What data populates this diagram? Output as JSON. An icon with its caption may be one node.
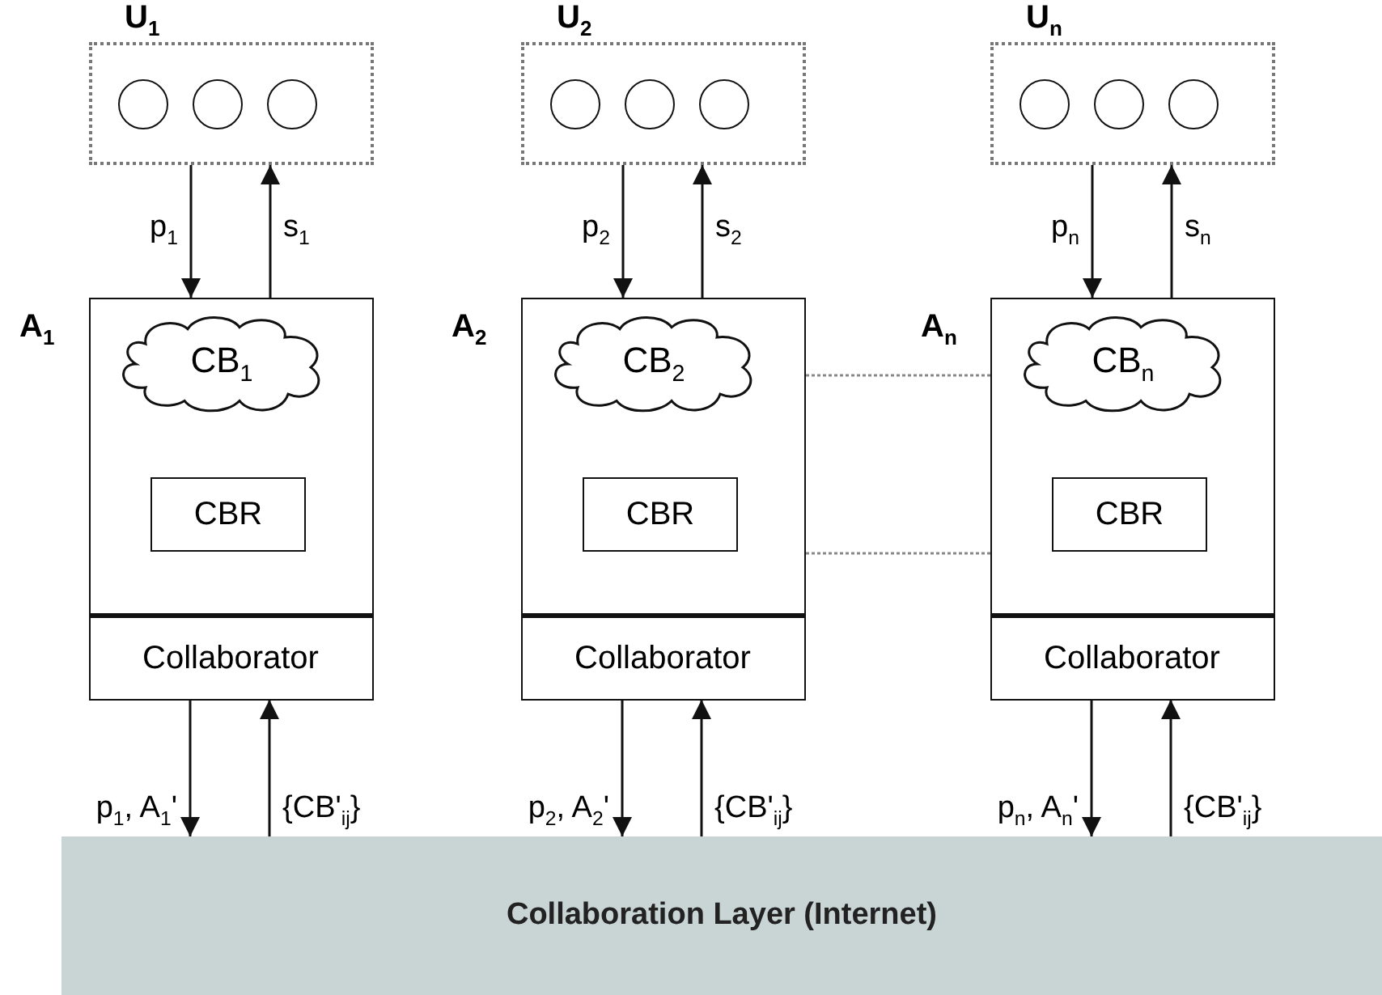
{
  "diagram": {
    "nodes": [
      {
        "text": [
          "U$_{1}$"
        ]
      },
      {
        "text": [],
        "shape": "circle",
        "in": 0
      },
      {
        "text": [],
        "shape": "circle",
        "in": 0
      },
      {
        "text": [],
        "shape": "circle",
        "in": 0
      },
      {
        "text": [
          "A$_{1}$"
        ]
      },
      {
        "text": [
          "CB$_{1}$"
        ],
        "in": 4
      },
      {
        "text": [
          "CBR"
        ],
        "in": 4
      },
      {
        "text": [
          "Collaborator"
        ],
        "in": 4
      },
      {
        "text": [
          "U$_{2}$"
        ]
      },
      {
        "text": [],
        "shape": "circle",
        "in": 8
      },
      {
        "text": [],
        "shape": "circle",
        "in": 8
      },
      {
        "text": [],
        "shape": "circle",
        "in": 8
      },
      {
        "text": [
          "A$_{2}$"
        ]
      },
      {
        "text": [
          "CB$_{2}$"
        ],
        "in": 12
      },
      {
        "text": [
          "CBR"
        ],
        "in": 12
      },
      {
        "text": [
          "Collaborator"
        ],
        "in": 12
      },
      {
        "text": [
          "U$_{n}$"
        ]
      },
      {
        "text": [],
        "shape": "circle",
        "in": 16
      },
      {
        "text": [],
        "shape": "circle",
        "in": 16
      },
      {
        "text": [],
        "shape": "circle",
        "in": 16
      },
      {
        "text": [
          "A$_{n}$"
        ]
      },
      {
        "text": [
          "CB$_{n}$"
        ],
        "in": 20
      },
      {
        "text": [
          "CBR"
        ],
        "in": 20
      },
      {
        "text": [
          "Collaborator"
        ],
        "in": 20
      },
      {
        "text": [
          "Collaboration Layer (Internet)"
        ]
      }
    ],
    "edges": [
      {
        "from": 0,
        "to": 4,
        "arrow": "to",
        "label": "p$_{1}$"
      },
      {
        "from": 4,
        "to": 0,
        "arrow": "to",
        "label": "s$_{1}$"
      },
      {
        "from": 7,
        "to": 24,
        "arrow": "to",
        "label": "p$_{1}$, A$_{1}$'"
      },
      {
        "from": 24,
        "to": 7,
        "arrow": "to",
        "label": "{CB'$_{ij}$}"
      },
      {
        "from": 8,
        "to": 12,
        "arrow": "to",
        "label": "p$_{2}$"
      },
      {
        "from": 12,
        "to": 8,
        "arrow": "to",
        "label": "s$_{2}$"
      },
      {
        "from": 15,
        "to": 24,
        "arrow": "to",
        "label": "p$_{2}$, A$_{2}$'"
      },
      {
        "from": 24,
        "to": 15,
        "arrow": "to",
        "label": "{CB'$_{ij}$}"
      },
      {
        "from": 16,
        "to": 20,
        "arrow": "to",
        "label": "p$_{n}$"
      },
      {
        "from": 20,
        "to": 16,
        "arrow": "to",
        "label": "s$_{n}$"
      },
      {
        "from": 23,
        "to": 24,
        "arrow": "to",
        "label": "p$_{n}$, A$_{n}$'"
      },
      {
        "from": 24,
        "to": 23,
        "arrow": "to",
        "label": "{CB'$_{ij}$}"
      },
      {
        "from": 12,
        "to": 20,
        "arrow": "none",
        "style": "dashed",
        "color": "#888888"
      },
      {
        "from": 12,
        "to": 20,
        "arrow": "none",
        "style": "dashed",
        "color": "#888888"
      }
    ]
  }
}
